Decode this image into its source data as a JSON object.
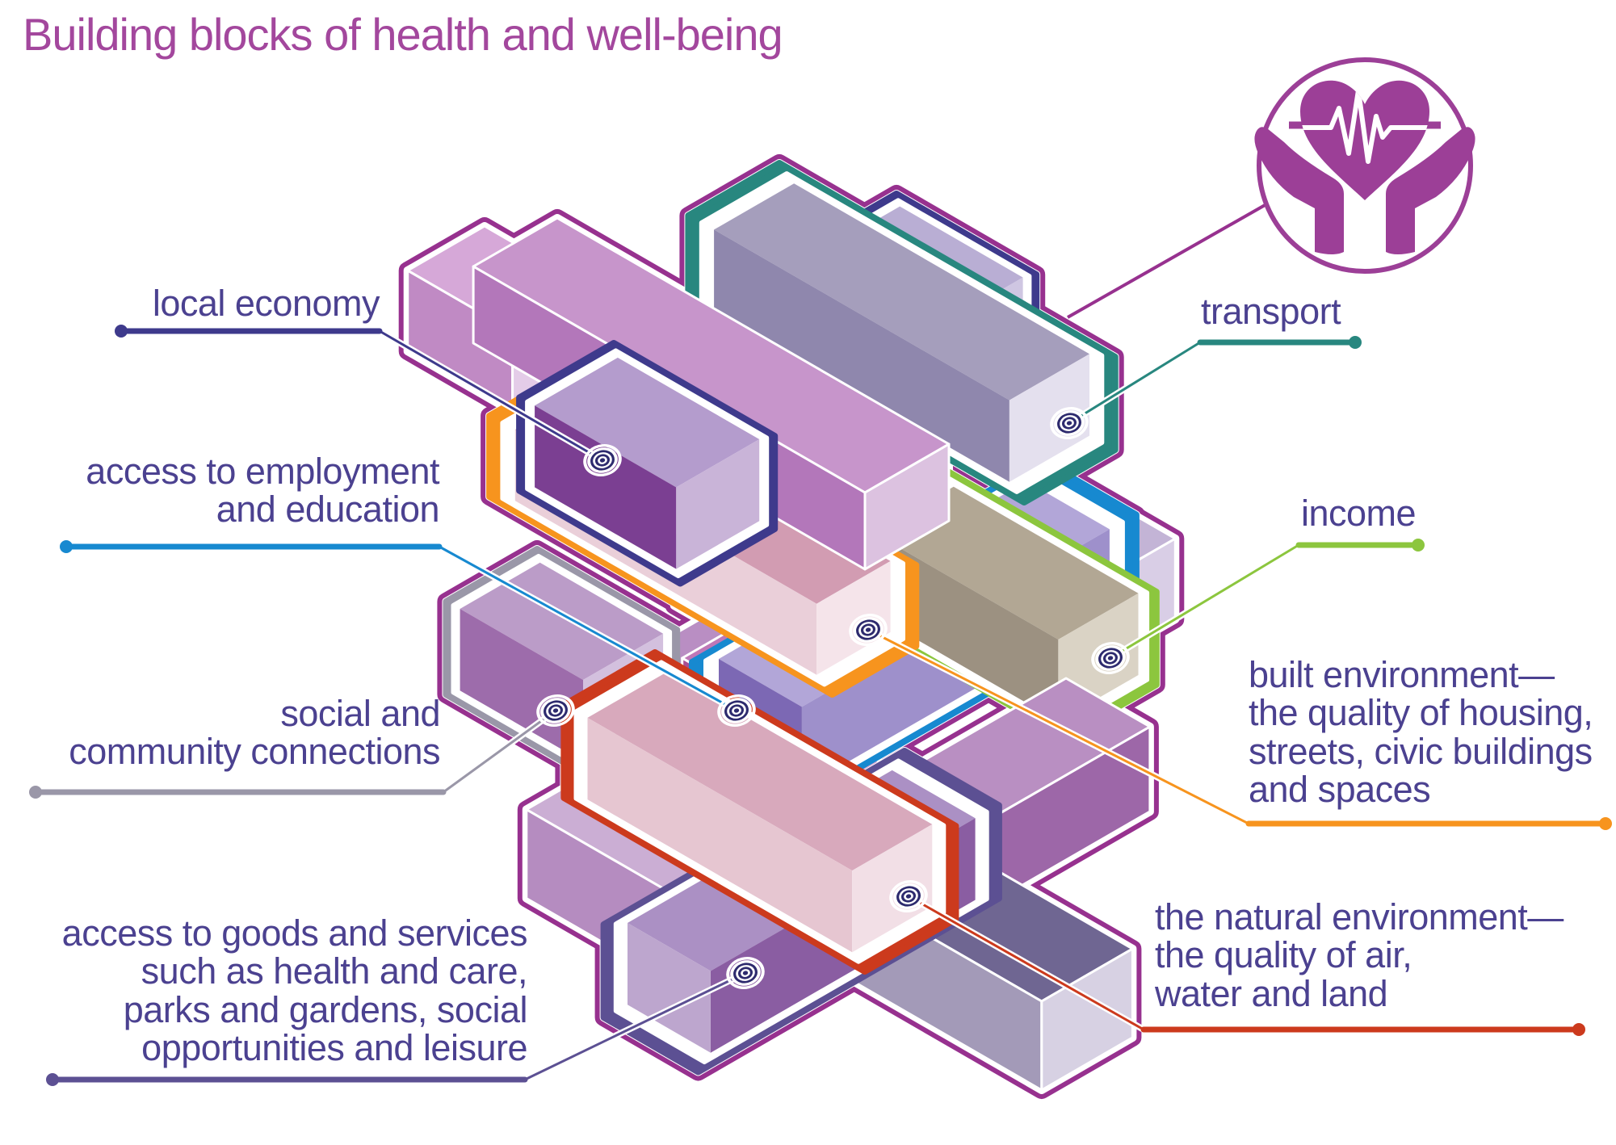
{
  "title": {
    "text": "Building blocks of health and well-being",
    "color": "#a3479d"
  },
  "icon": {
    "name": "heart-in-hands",
    "color": "#9c3f97",
    "ring_color": "#9c3f97"
  },
  "tower": {
    "outline_color": "#97318f",
    "block_count": 18,
    "spiral_icon_color": "#2d2a6e"
  },
  "labels": {
    "local_economy": {
      "text": "local economy",
      "accent": "#3e3a8c"
    },
    "employment": {
      "text": "access to employment\nand education",
      "accent": "#1789d0"
    },
    "social": {
      "text": "social and\ncommunity connections",
      "accent": "#9a97a8"
    },
    "goods": {
      "text": "access to goods and services\nsuch as health and care,\nparks and gardens, social\nopportunities and leisure",
      "accent": "#5c5093"
    },
    "transport": {
      "text": "transport",
      "accent": "#28877f"
    },
    "income": {
      "text": "income",
      "accent": "#8cc63e"
    },
    "built_environment": {
      "text": "built environment—\nthe quality of housing,\nstreets, civic buildings\nand spaces",
      "accent": "#f7941e"
    },
    "natural_environment": {
      "text": "the natural environment—\nthe quality of air,\nwater and land",
      "accent": "#cc3a1d"
    }
  },
  "text_color": "#4b4190"
}
